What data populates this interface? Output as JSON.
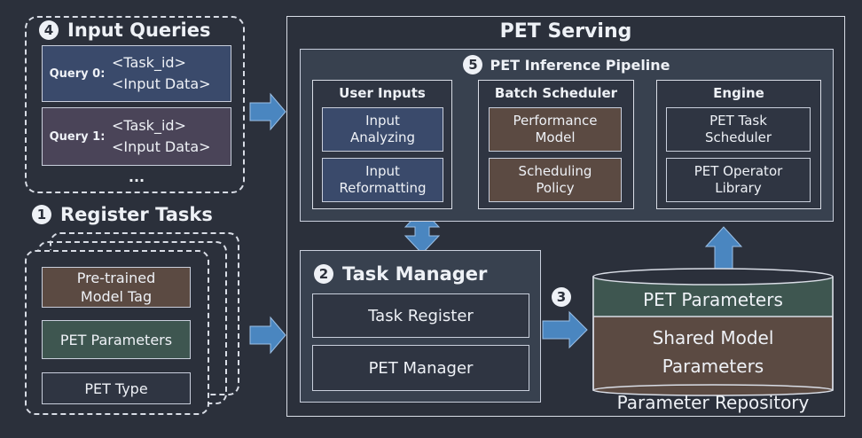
{
  "input_queries": {
    "number": "4",
    "title": "Input Queries",
    "queries": [
      {
        "label": "Query 0:",
        "line1": "<Task_id>",
        "line2": "<Input Data>"
      },
      {
        "label": "Query 1:",
        "line1": "<Task_id>",
        "line2": "<Input Data>"
      }
    ],
    "ellipsis": "..."
  },
  "register_tasks": {
    "number": "1",
    "title": "Register Tasks",
    "items": [
      "Pre-trained Model Tag",
      "PET Parameters",
      "PET Type"
    ]
  },
  "pet_serving": {
    "title": "PET Serving",
    "pipeline": {
      "number": "5",
      "title": "PET Inference Pipeline",
      "user_inputs": {
        "title": "User Inputs",
        "items": [
          "Input Analyzing",
          "Input Reformatting"
        ]
      },
      "batch_scheduler": {
        "title": "Batch Scheduler",
        "items": [
          "Performance Model",
          "Scheduling Policy"
        ]
      },
      "engine": {
        "title": "Engine",
        "items": [
          "PET Task Scheduler",
          "PET Operator Library"
        ]
      }
    },
    "task_manager": {
      "number": "2",
      "title": "Task Manager",
      "items": [
        "Task Register",
        "PET Manager"
      ]
    },
    "repository": {
      "number": "3",
      "layers": [
        "PET Parameters",
        "Shared Model",
        "Parameters"
      ],
      "caption": "Parameter Repository"
    }
  },
  "colors": {
    "background": "#2b303b",
    "arrow": "#4a86c0",
    "blue_box": "#3a4a6b",
    "brown_box": "#5b4a42",
    "green_box": "#3e5650"
  }
}
